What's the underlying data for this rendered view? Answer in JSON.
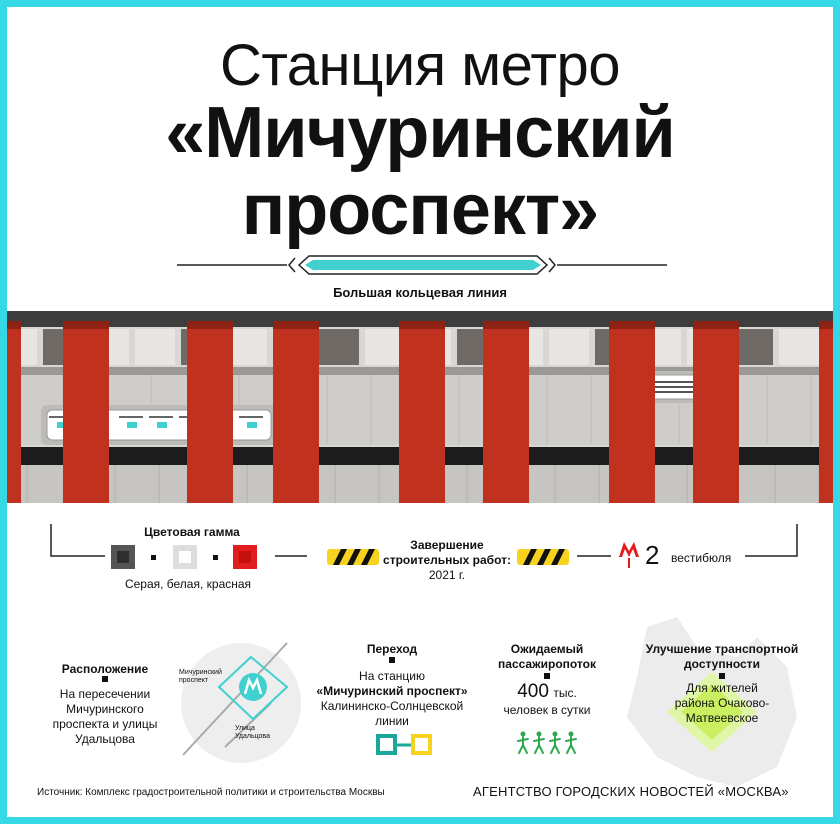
{
  "title": {
    "line1": "Станция метро",
    "line2": "«Мичуринский",
    "line3": "проспект»"
  },
  "line_name": "Большая кольцевая линия",
  "colors": {
    "border": "#35d9e6",
    "accent_teal": "#3fd0cf",
    "red": "#c0311f",
    "gray_dark": "#555555",
    "green": "#2fa84f",
    "lime": "#c8f05a",
    "yellow": "#f7d21e"
  },
  "color_scheme": {
    "label": "Цветовая гамма",
    "caption": "Серая, белая, красная",
    "swatches": [
      "gray",
      "white",
      "red"
    ]
  },
  "completion": {
    "label_line1": "Завершение",
    "label_line2": "строительных работ:",
    "year": "2021 г."
  },
  "vestibules": {
    "count": "2",
    "label": "вестибюля",
    "icon": "metro-logo-icon"
  },
  "location": {
    "heading": "Расположение",
    "text_line1": "На пересечении",
    "text_line2": "Мичуринского",
    "text_line3": "проспекта и улицы",
    "text_line4": "Удальцова",
    "map_label_1_line1": "Мичуринский",
    "map_label_1_line2": "проспект",
    "map_label_2_line1": "Улица",
    "map_label_2_line2": "Удальцова"
  },
  "transfer": {
    "heading": "Переход",
    "text_line1": "На станцию",
    "station": "«Мичуринский проспект»",
    "text_line2": "Калининско-Солнцевской",
    "text_line3": "линии"
  },
  "passengers": {
    "heading_line1": "Ожидаемый",
    "heading_line2": "пассажиропоток",
    "value": "400",
    "unit": "тыс.",
    "text": "человек в сутки"
  },
  "transport": {
    "heading_line1": "Улучшение транспортной",
    "heading_line2": "доступности",
    "text_line1": "Для жителей",
    "text_line2": "района Очаково-",
    "text_line3": "Матвеевское"
  },
  "footer": {
    "source": "Источник: Комплекс градостроительной политики и строительства Москвы",
    "agency": "АГЕНТСТВО ГОРОДСКИХ НОВОСТЕЙ «МОСКВА»"
  }
}
